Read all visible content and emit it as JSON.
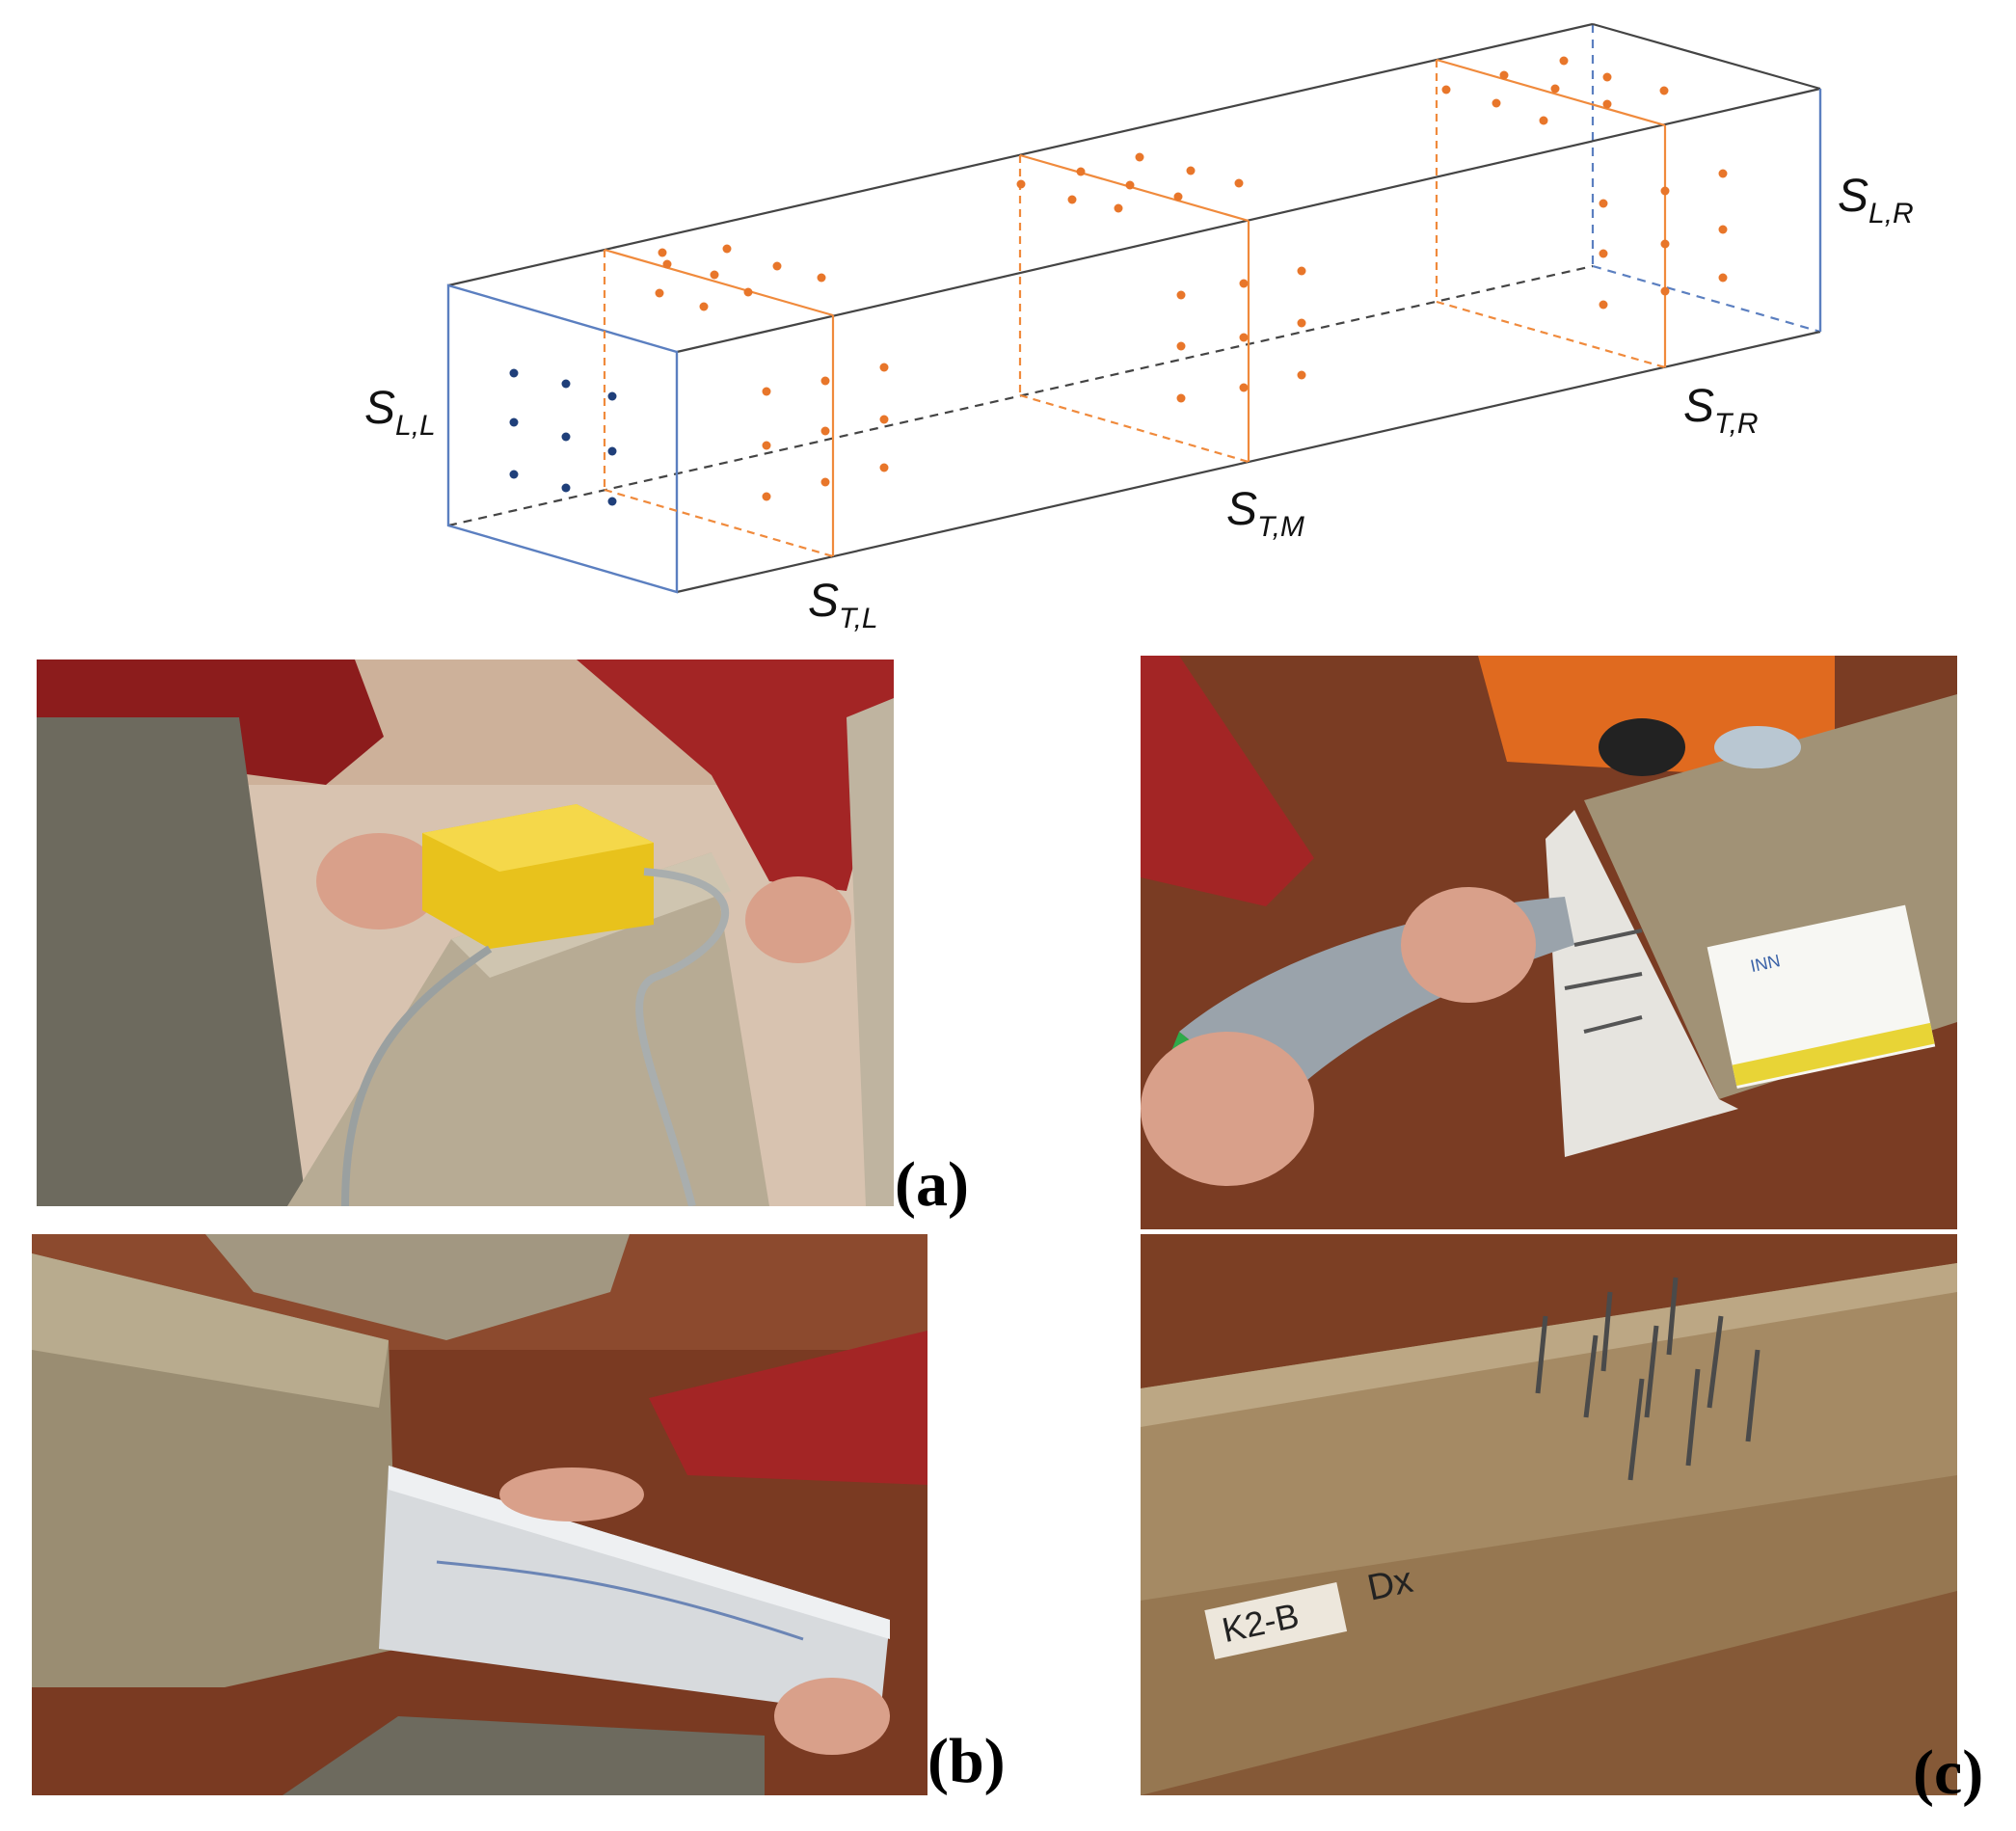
{
  "schematic": {
    "labels": {
      "s_left_longitudinal": {
        "symbol": "S",
        "sub": "L,L"
      },
      "s_right_longitudinal": {
        "symbol": "S",
        "sub": "L,R"
      },
      "s_left_transverse": {
        "symbol": "S",
        "sub": "T,L"
      },
      "s_mid_transverse": {
        "symbol": "S",
        "sub": "T,M"
      },
      "s_right_transverse": {
        "symbol": "S",
        "sub": "T,R"
      }
    },
    "colors": {
      "beam_edge": "#444444",
      "end_face": "#5b7fc0",
      "section": "#f08a3c",
      "orange_point": "#e8762a",
      "blue_point": "#1f3f7a"
    }
  },
  "panels": {
    "a": {
      "label": "(a)"
    },
    "b": {
      "label": "(b)"
    },
    "c": {
      "label": "(c)",
      "tag_text": "K2-B",
      "side_text": "Dx",
      "card_text": "INN"
    }
  }
}
